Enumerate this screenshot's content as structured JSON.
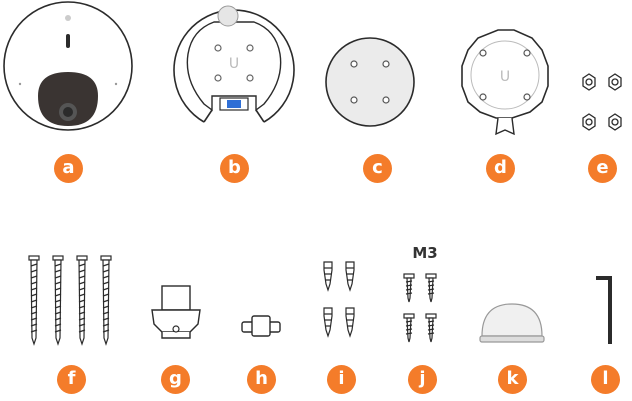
{
  "badges": {
    "a": "a",
    "b": "b",
    "c": "c",
    "d": "d",
    "e": "e",
    "f": "f",
    "g": "g",
    "h": "h",
    "i": "i",
    "j": "j",
    "k": "k",
    "l": "l"
  },
  "screw_size_label": "M3",
  "colors": {
    "badge": "#f47c2a",
    "outline": "#2b2b2b",
    "lens": "#3a3432",
    "accent_blue": "#2f6fd6"
  }
}
